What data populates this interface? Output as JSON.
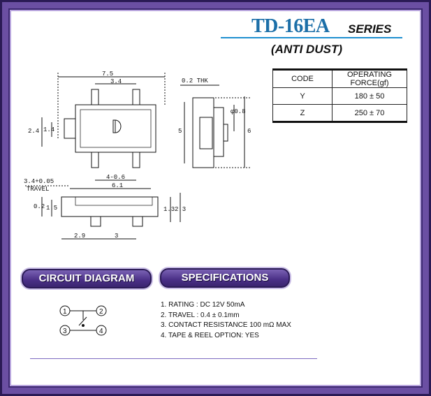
{
  "header": {
    "title": "TD-16EA",
    "series": "SERIES",
    "subtitle": "(ANTI DUST)"
  },
  "force_table": {
    "headers": [
      "CODE",
      "OPERATING FORCE(gf)"
    ],
    "rows": [
      [
        "Y",
        "180 ± 50"
      ],
      [
        "Z",
        "250 ± 70"
      ]
    ]
  },
  "drawing_labels": {
    "width_7_5": "7.5",
    "pitch_3_4": "3.4",
    "thk": "0.2 THK",
    "left_2_4": "2.4",
    "left_1_4": "1.4",
    "height_5": "5",
    "height_6": "6",
    "dia_0_8": "φ0.8",
    "pitch_4_0": "4-0.6",
    "travel_tol": "3.4+0.05",
    "travel": "TRAVEL",
    "len_6_1": "6.1",
    "left_0_2": "0.2",
    "left_1_5": "1.5",
    "right_1_3": "1.3",
    "right_2_3": "2.3",
    "bottom_2_9": "2.9",
    "bottom_3": "3"
  },
  "sections": {
    "circuit_label": "CIRCUIT DIAGRAM",
    "spec_label": "SPECIFICATIONS"
  },
  "circuit": {
    "n1": "1",
    "n2": "2",
    "n3": "3",
    "n4": "4"
  },
  "specs": [
    "1. RATING : DC 12V 50mA",
    "2. TRAVEL : 0.4 ± 0.1mm",
    "3. CONTACT RESISTANCE 100 mΩ MAX",
    "4. TAPE & REEL OPTION: YES"
  ]
}
